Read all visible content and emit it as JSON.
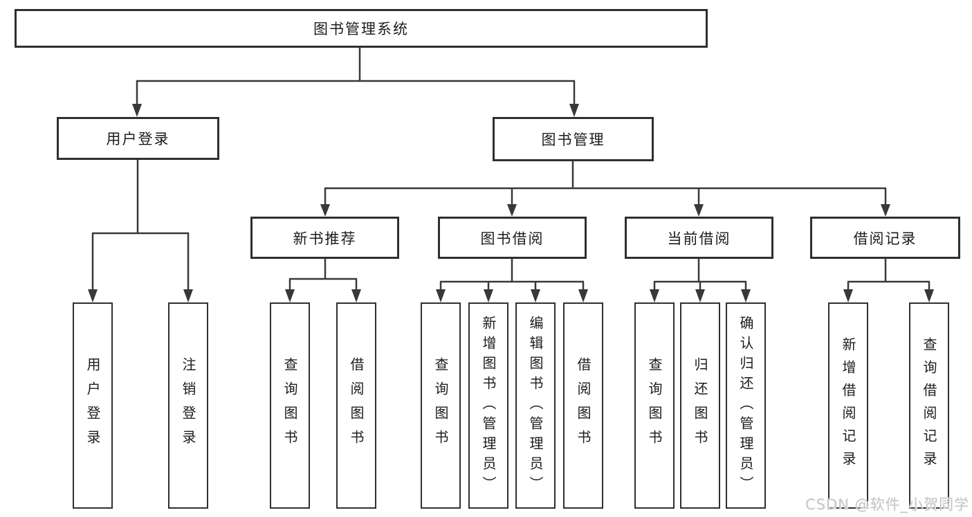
{
  "diagram": {
    "root": "图书管理系统",
    "user_branch": {
      "label": "用户登录",
      "children": [
        "用户登录",
        "注销登录"
      ]
    },
    "book_branch": {
      "label": "图书管理",
      "groups": [
        {
          "label": "新书推荐",
          "children": [
            "查询图书",
            "借阅图书"
          ]
        },
        {
          "label": "图书借阅",
          "children": [
            "查询图书",
            "新增图书（管理员）",
            "编辑图书（管理员）",
            "借阅图书"
          ]
        },
        {
          "label": "当前借阅",
          "children": [
            "查询图书",
            "归还图书",
            "确认归还（管理员）"
          ]
        },
        {
          "label": "借阅记录",
          "children": [
            "新增借阅记录",
            "查询借阅记录"
          ]
        }
      ]
    },
    "watermark": "CSDN @软件_小贺同学",
    "colors": {
      "line": "#383838",
      "border": "#2f2f2f",
      "text": "#1c1c1c",
      "watermark": "#c5c5c5",
      "background": "#ffffff"
    }
  }
}
